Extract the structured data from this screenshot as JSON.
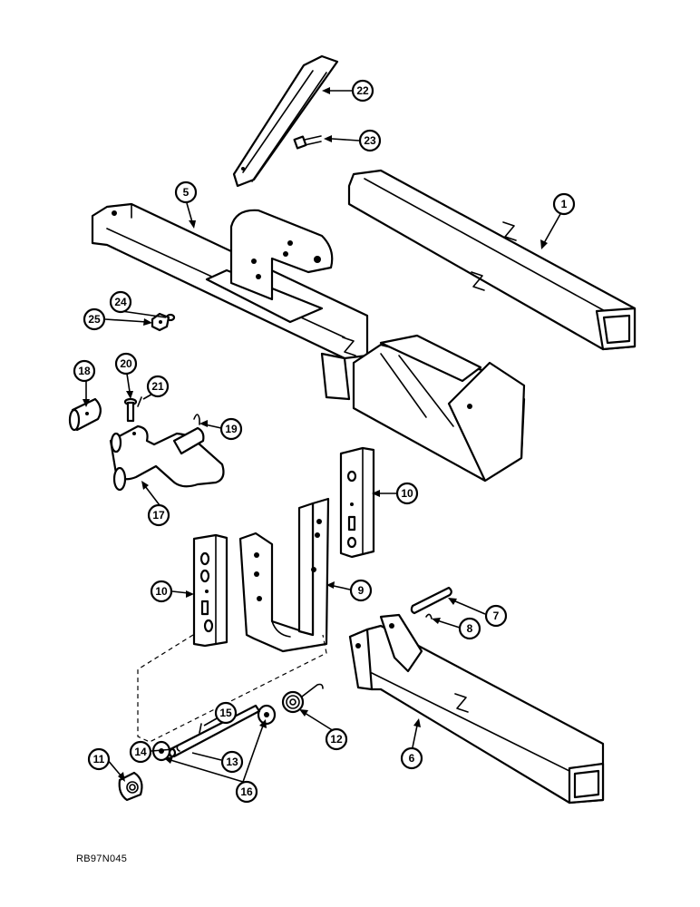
{
  "diagram": {
    "reference_code": "RB97N045",
    "callouts": [
      {
        "id": "callout-1",
        "label": "1"
      },
      {
        "id": "callout-5",
        "label": "5"
      },
      {
        "id": "callout-6",
        "label": "6"
      },
      {
        "id": "callout-7",
        "label": "7"
      },
      {
        "id": "callout-8",
        "label": "8"
      },
      {
        "id": "callout-9",
        "label": "9"
      },
      {
        "id": "callout-10a",
        "label": "10"
      },
      {
        "id": "callout-10b",
        "label": "10"
      },
      {
        "id": "callout-11",
        "label": "11"
      },
      {
        "id": "callout-12",
        "label": "12"
      },
      {
        "id": "callout-13",
        "label": "13"
      },
      {
        "id": "callout-14",
        "label": "14"
      },
      {
        "id": "callout-15",
        "label": "15"
      },
      {
        "id": "callout-16",
        "label": "16"
      },
      {
        "id": "callout-17",
        "label": "17"
      },
      {
        "id": "callout-18",
        "label": "18"
      },
      {
        "id": "callout-19",
        "label": "19"
      },
      {
        "id": "callout-20",
        "label": "20"
      },
      {
        "id": "callout-21",
        "label": "21"
      },
      {
        "id": "callout-22",
        "label": "22"
      },
      {
        "id": "callout-23",
        "label": "23"
      },
      {
        "id": "callout-24",
        "label": "24"
      },
      {
        "id": "callout-25",
        "label": "25"
      }
    ]
  }
}
